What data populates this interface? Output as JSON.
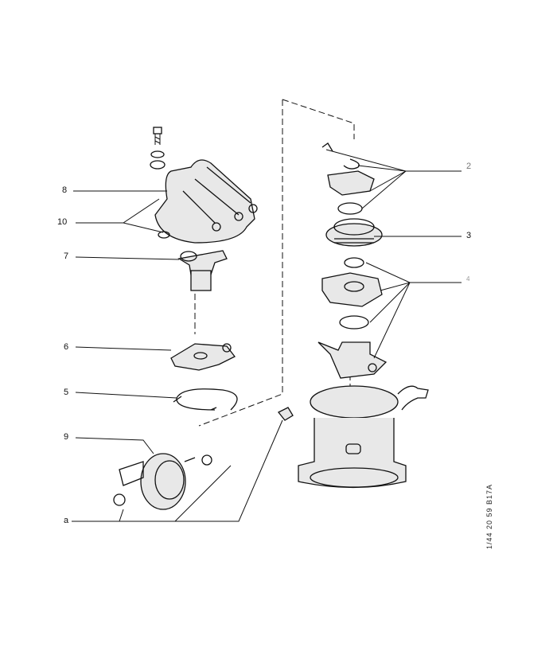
{
  "diagram": {
    "callouts": {
      "c8": "8",
      "c10": "10",
      "c7": "7",
      "c6": "6",
      "c5": "5",
      "c9": "9",
      "ca": "a",
      "c2": "2",
      "c3": "3",
      "c4": "4"
    },
    "reference": "1/44 20 59 B17A"
  }
}
